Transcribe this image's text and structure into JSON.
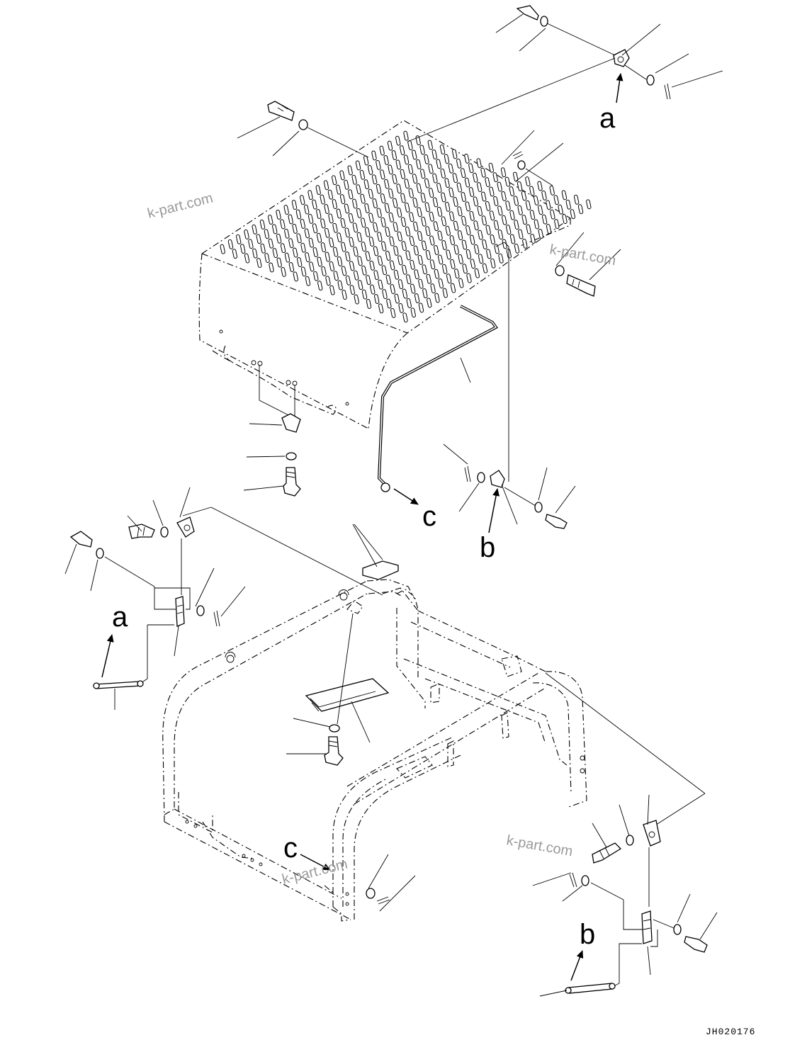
{
  "refs": {
    "a": "a",
    "b": "b",
    "c": "c"
  },
  "watermark": "k-part.com",
  "drawing_code": "JH020176"
}
